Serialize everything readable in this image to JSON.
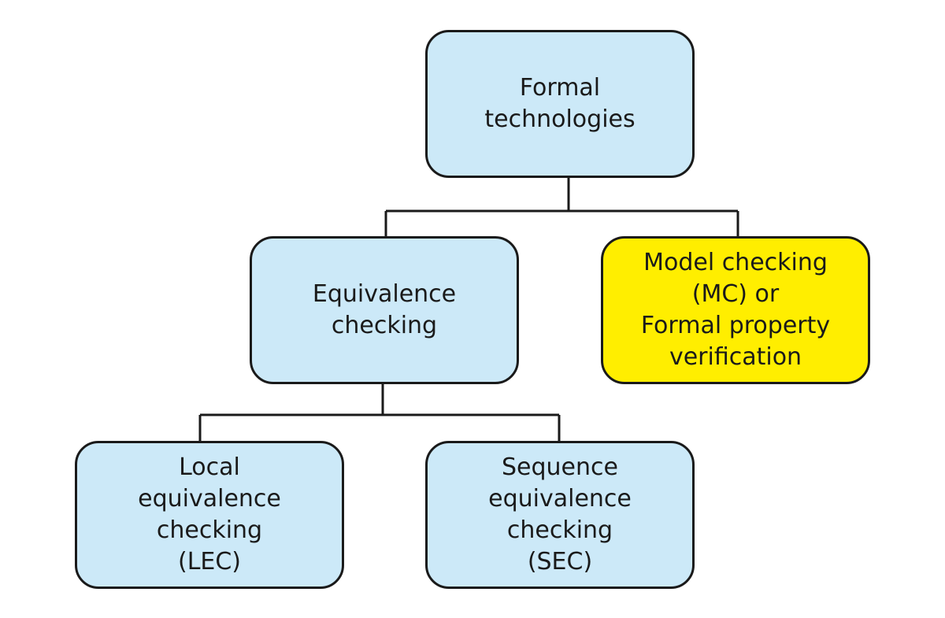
{
  "colors": {
    "primary_fill": "#cce9f8",
    "highlight_fill": "#ffee00",
    "border": "#1a1a1a"
  },
  "diagram": {
    "root": {
      "label": "Formal\ntechnologies"
    },
    "equivalence": {
      "label": "Equivalence\nchecking"
    },
    "model_checking": {
      "label": "Model checking\n(MC) or\nFormal property\nverification"
    },
    "lec": {
      "label": "Local\nequivalence\nchecking\n(LEC)"
    },
    "sec": {
      "label": "Sequence\nequivalence\nchecking\n(SEC)"
    }
  }
}
